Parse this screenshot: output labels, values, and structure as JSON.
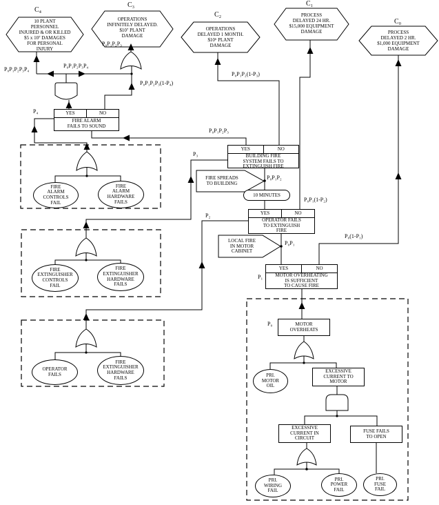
{
  "consequences": {
    "c4": {
      "id": "C₄",
      "text": "10 PLANT\nPERSONNEL\nINJURED & OR KILLED\n$5 x 10⁷ DAMAGES\nFOR PERSONAL\nINJURY"
    },
    "c3": {
      "id": "C₃",
      "text": "OPERATIONS\nINFINITELY DELAYED.\n$10⁷ PLANT\nDAMAGE"
    },
    "c2": {
      "id": "C₂",
      "text": "OPERATIONS\nDELAYED 1 MONTH.\n$10⁶ PLANT\nDAMAGE"
    },
    "c1": {
      "id": "C₁",
      "text": "PROCESS\nDELAYED 24 HR.\n$15,000 EQUIPMENT\nDAMAGE"
    },
    "c0": {
      "id": "C₀",
      "text": "PROCESS\nDELAYED 2 HR.\n$1,000 EQUIPMENT\nDAMAGE"
    }
  },
  "decisions": {
    "fire_alarm": {
      "yes": "YES",
      "no": "NO",
      "text": "FIRE ALARM\nFAILS TO SOUND"
    },
    "building_fire": {
      "yes": "YES",
      "no": "NO",
      "text": "BUILDING FIRE\nSYSTEM FAILS TO\nEXTINGUISH FIRE"
    },
    "operator": {
      "yes": "YES",
      "no": "NO",
      "text": "OPERATOR FAILS\nTO EXTINGUISH\nFIRE"
    },
    "motor_overheating": {
      "yes": "YES",
      "no": "NO",
      "text": "MOTOR OVERHEATING\nIS SUFFICIENT\nTO CAUSE FIRE"
    }
  },
  "labels": {
    "path_c4_left": "P₀P₁P₂P₃P₄",
    "path_c4_right": "P₀P₁P₂P₃P₄",
    "c3_in": "P₀P₁P₂P₃",
    "alarm_no": "P₀P₁P₂P₃(1-P₄)",
    "c2_in": "P₀P₁P₂(1-P₃)",
    "bf_yes": "P₀P₁P₂P₃",
    "spread": "P₀P₁P₂",
    "op_no": "P₀P₁(1-P₂)",
    "local": "P₀P₁",
    "motor_no": "P₀(1-P₁)",
    "p0": "P₀",
    "p1": "P₁",
    "p2": "P₂",
    "p3": "P₃",
    "p4": "P₄"
  },
  "callouts": {
    "fire_spreads": "FIRE SPREADS\nTO BUILDING",
    "local_fire": "LOCAL FIRE\nIN MOTOR\nCABINET",
    "ten_minutes": "10 MINUTES"
  },
  "trees": {
    "alarm": {
      "e1": "FIRE\nALARM\nCONTROLS\nFAIL",
      "e2": "FIRE\nALARM\nHARDWARE\nFAILS"
    },
    "ext": {
      "e1": "FIRE\nEXTINGUISHER\nCONTROLS\nFAIL",
      "e2": "FIRE\nEXTINGUISHER\nHARDWARE\nFAILS"
    },
    "op": {
      "e1": "OPERATOR\nFAILS",
      "e2": "FIRE\nEXTINGUISHER\nHARDWARE\nFAILS"
    },
    "motor": {
      "top": "MOTOR\nOVERHEATS",
      "oil": "PRI.\nMOTOR\nOIL",
      "exc_motor": "EXCESSIVE\nCURRENT TO\nMOTOR",
      "exc_circuit": "EXCESSIVE\nCURRENT IN\nCIRCUIT",
      "fuse_open": "FUSE FAILS\nTO OPEN",
      "wiring": "PRI.\nWIRING\nFAIL",
      "power": "PRI.\nPOWER\nFAIL",
      "fuse": "PRI.\nFUSE\nFAIL"
    }
  }
}
